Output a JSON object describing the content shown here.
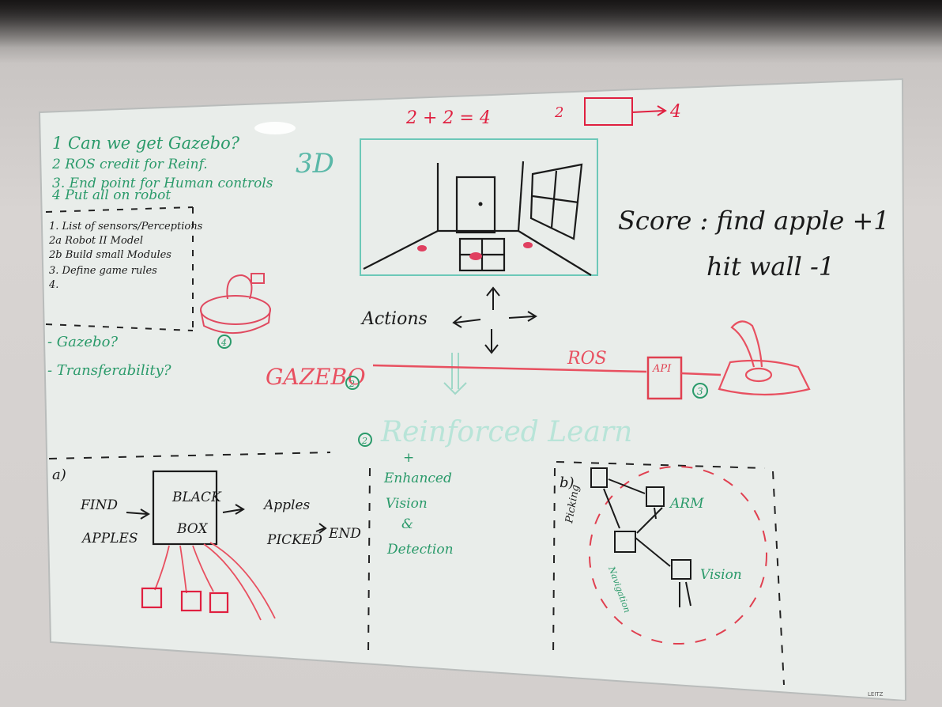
{
  "todo_list": {
    "items": [
      "1 Can we get Gazebo?",
      "2 ROS credit for Reinf.",
      "3. End point for Human controls",
      "4 Put all on robot"
    ]
  },
  "task_list": {
    "items": [
      "1. List of sensors/Perceptions",
      "2a Robot II Model",
      "2b Build small Modules",
      "3. Define game rules",
      "4."
    ]
  },
  "questions": [
    "- Gazebo?",
    "- Transferability?"
  ],
  "top_equations": {
    "left": "2 + 2 = 4",
    "right_arrow_result": "4"
  },
  "scene_3d": {
    "label": "3D"
  },
  "score": {
    "line1": "Score : find apple +1",
    "line2": "hit wall -1"
  },
  "actions": {
    "label": "Actions"
  },
  "pipeline": {
    "gazebo": "GAZEBO",
    "gazebo_num": "2",
    "ros": "ROS",
    "api": "API",
    "api_num": "3",
    "robot_num": "4"
  },
  "reinforcement": {
    "num": "2",
    "label": "Reinforced Learn",
    "plus": "+",
    "lines": [
      "Enhanced",
      "Vision",
      "&",
      "Detection"
    ]
  },
  "flow_a": {
    "tag": "a)",
    "find_apples": [
      "FIND",
      "APPLES"
    ],
    "box": [
      "BLACK",
      "BOX"
    ],
    "apples_picked": [
      "Apples",
      "PICKED"
    ],
    "end": "END"
  },
  "flow_b": {
    "tag": "b)",
    "arm": "ARM",
    "vision": "Vision",
    "picking": "Picking",
    "navigation": "Navigation"
  },
  "brand": "LEITZ"
}
